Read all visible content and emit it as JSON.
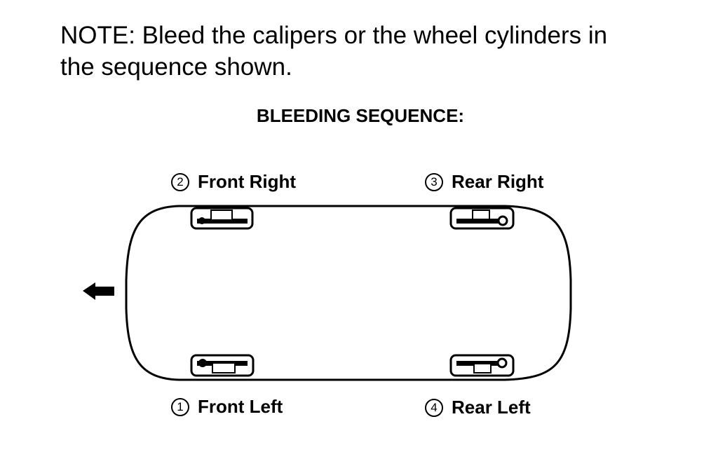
{
  "note": {
    "line1": "NOTE: Bleed the calipers or the wheel cylinders in",
    "line2": "the sequence shown."
  },
  "heading": "BLEEDING SEQUENCE:",
  "wheels": [
    {
      "order": "1",
      "label": "Front Left"
    },
    {
      "order": "2",
      "label": "Front Right"
    },
    {
      "order": "3",
      "label": "Rear Right"
    },
    {
      "order": "4",
      "label": "Rear Left"
    }
  ],
  "direction_icon": "arrow-left-icon",
  "colors": {
    "ink": "#000000",
    "background": "#ffffff"
  }
}
